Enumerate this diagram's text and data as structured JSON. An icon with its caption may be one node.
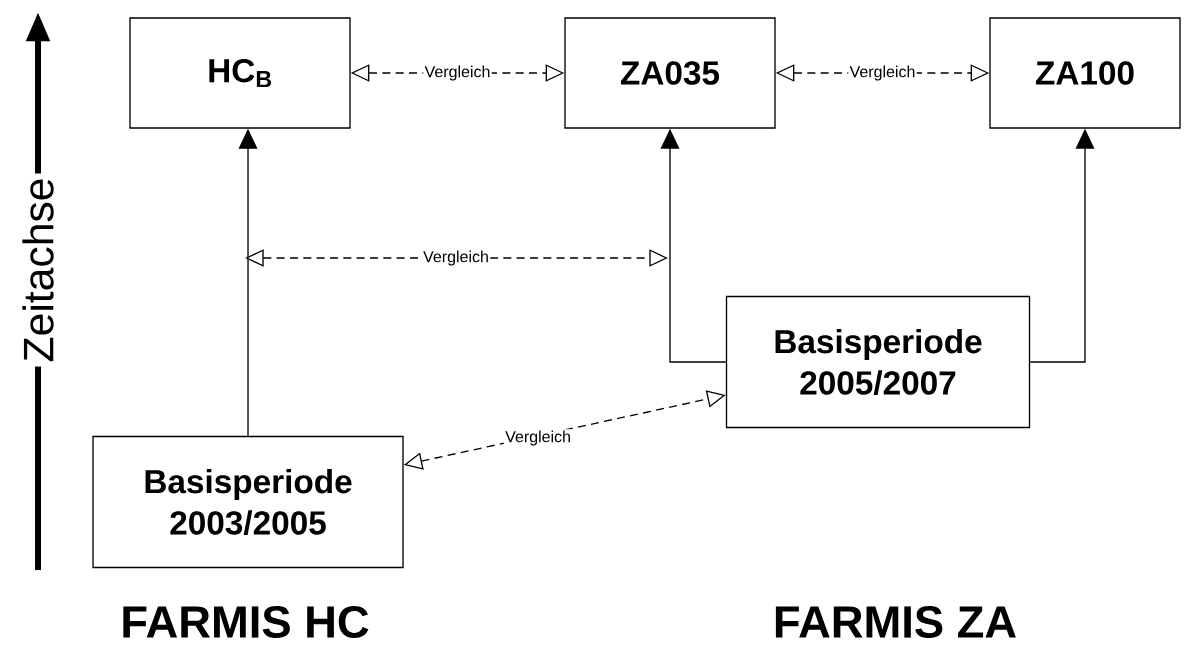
{
  "diagram": {
    "nodes": [
      {
        "text": [
          "HC$_{B}$"
        ]
      },
      {
        "text": [
          "ZA035"
        ]
      },
      {
        "text": [
          "ZA100"
        ]
      },
      {
        "text": [
          "Basisperiode 2005/2007"
        ]
      },
      {
        "text": [
          "Basisperiode 2003/2005"
        ]
      }
    ],
    "edges": [
      {
        "from": 4,
        "to": 0,
        "arrow": "to"
      },
      {
        "from": 3,
        "to": 1,
        "arrow": "to"
      },
      {
        "from": 3,
        "to": 2,
        "arrow": "to"
      },
      {
        "from": 0,
        "to": 1,
        "arrow": "both",
        "label": "Vergleich",
        "style": "dashed"
      },
      {
        "from": 1,
        "to": 2,
        "arrow": "both",
        "label": "Vergleich",
        "style": "dashed"
      },
      {
        "from": 4,
        "to": 3,
        "arrow": "both",
        "label": "Vergleich",
        "style": "dashed"
      }
    ],
    "labels": [
      "Zeitachse",
      "Vergleich",
      "FARMIS HC",
      "FARMIS ZA"
    ]
  }
}
